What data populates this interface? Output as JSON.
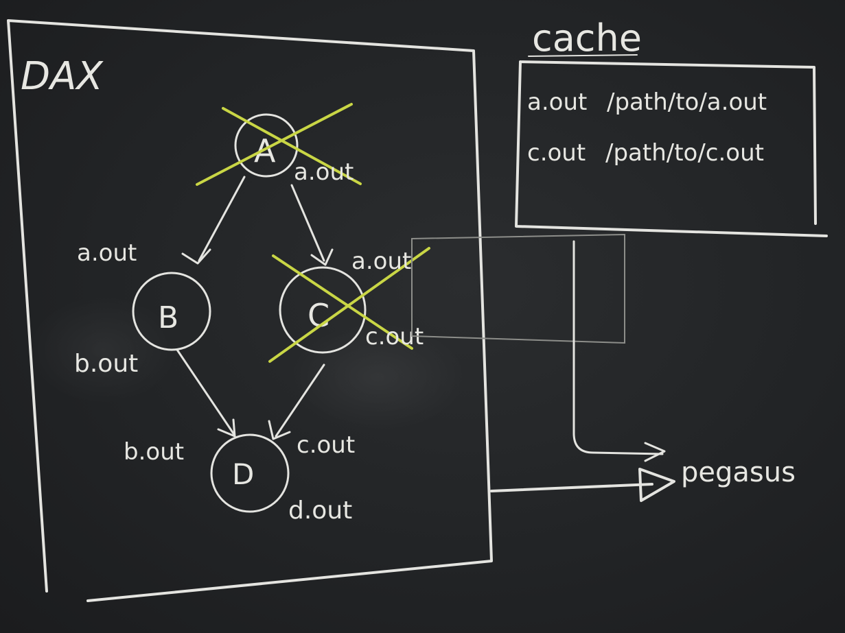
{
  "dax": {
    "title": "DAX",
    "nodes": {
      "a": {
        "label": "A",
        "crossed_out": true
      },
      "b": {
        "label": "B",
        "crossed_out": false
      },
      "c": {
        "label": "C",
        "crossed_out": true
      },
      "d": {
        "label": "D",
        "crossed_out": false
      }
    },
    "annotations": {
      "a_output": "a.out",
      "b_input": "a.out",
      "c_input": "a.out",
      "c_output": "c.out",
      "b_output": "b.out",
      "d_input_b": "b.out",
      "d_input_c": "c.out",
      "d_output": "d.out"
    }
  },
  "cache": {
    "title": "cache",
    "entries": [
      {
        "file": "a.out",
        "path": "/path/to/a.out"
      },
      {
        "file": "c.out",
        "path": "/path/to/c.out"
      }
    ]
  },
  "target": {
    "label": "pegasus"
  },
  "colors": {
    "board": "#232527",
    "chalk_white": "#e6e6e2",
    "cross_out": "#c9d645"
  }
}
